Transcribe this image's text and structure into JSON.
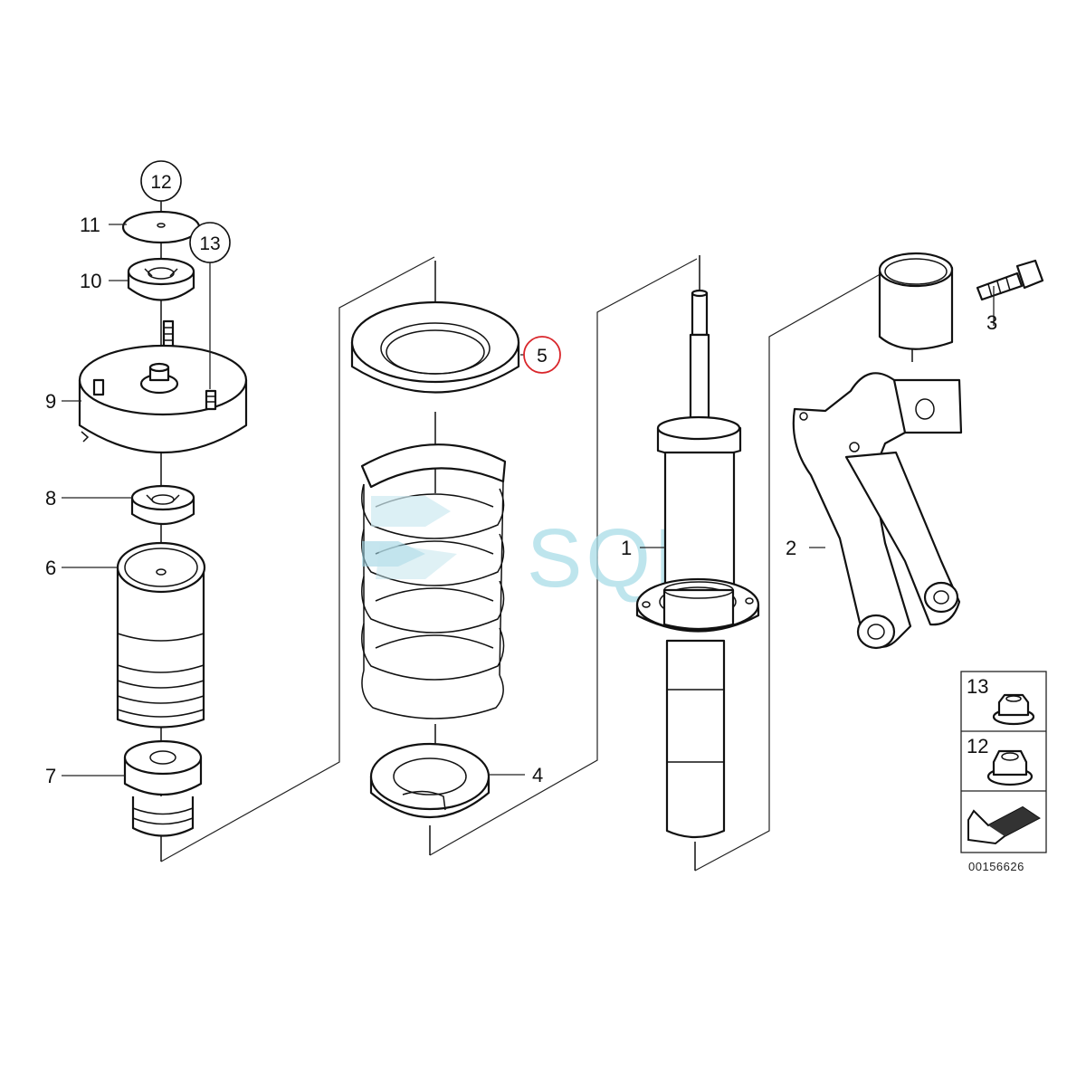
{
  "diagram": {
    "part_labels": {
      "p1": "1",
      "p2": "2",
      "p3": "3",
      "p4": "4",
      "p5": "5",
      "p6": "6",
      "p7": "7",
      "p8": "8",
      "p9": "9",
      "p10": "10",
      "p11": "11",
      "p12": "12",
      "p13": "13"
    },
    "highlighted_part": "5",
    "highlight_color": "#d9252a",
    "legend": {
      "nut_13_label": "13",
      "nut_12_label": "12",
      "arrow_icon": "direction-arrow-icon"
    },
    "diagram_code": "00156626",
    "watermark": "SQL",
    "watermark_color": "#a9dde8"
  }
}
